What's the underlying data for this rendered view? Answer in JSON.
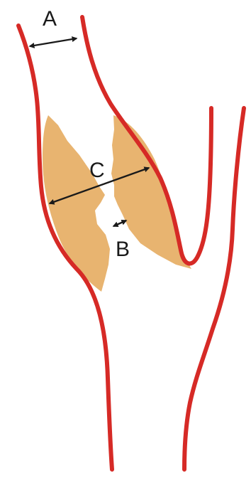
{
  "diagram": {
    "labels": {
      "a": "A",
      "b": "B",
      "c": "C"
    },
    "colors": {
      "vessel_wall": "#d62a26",
      "plaque": "#e8b470",
      "arrow": "#1a1a1a",
      "background": "#ffffff"
    }
  }
}
